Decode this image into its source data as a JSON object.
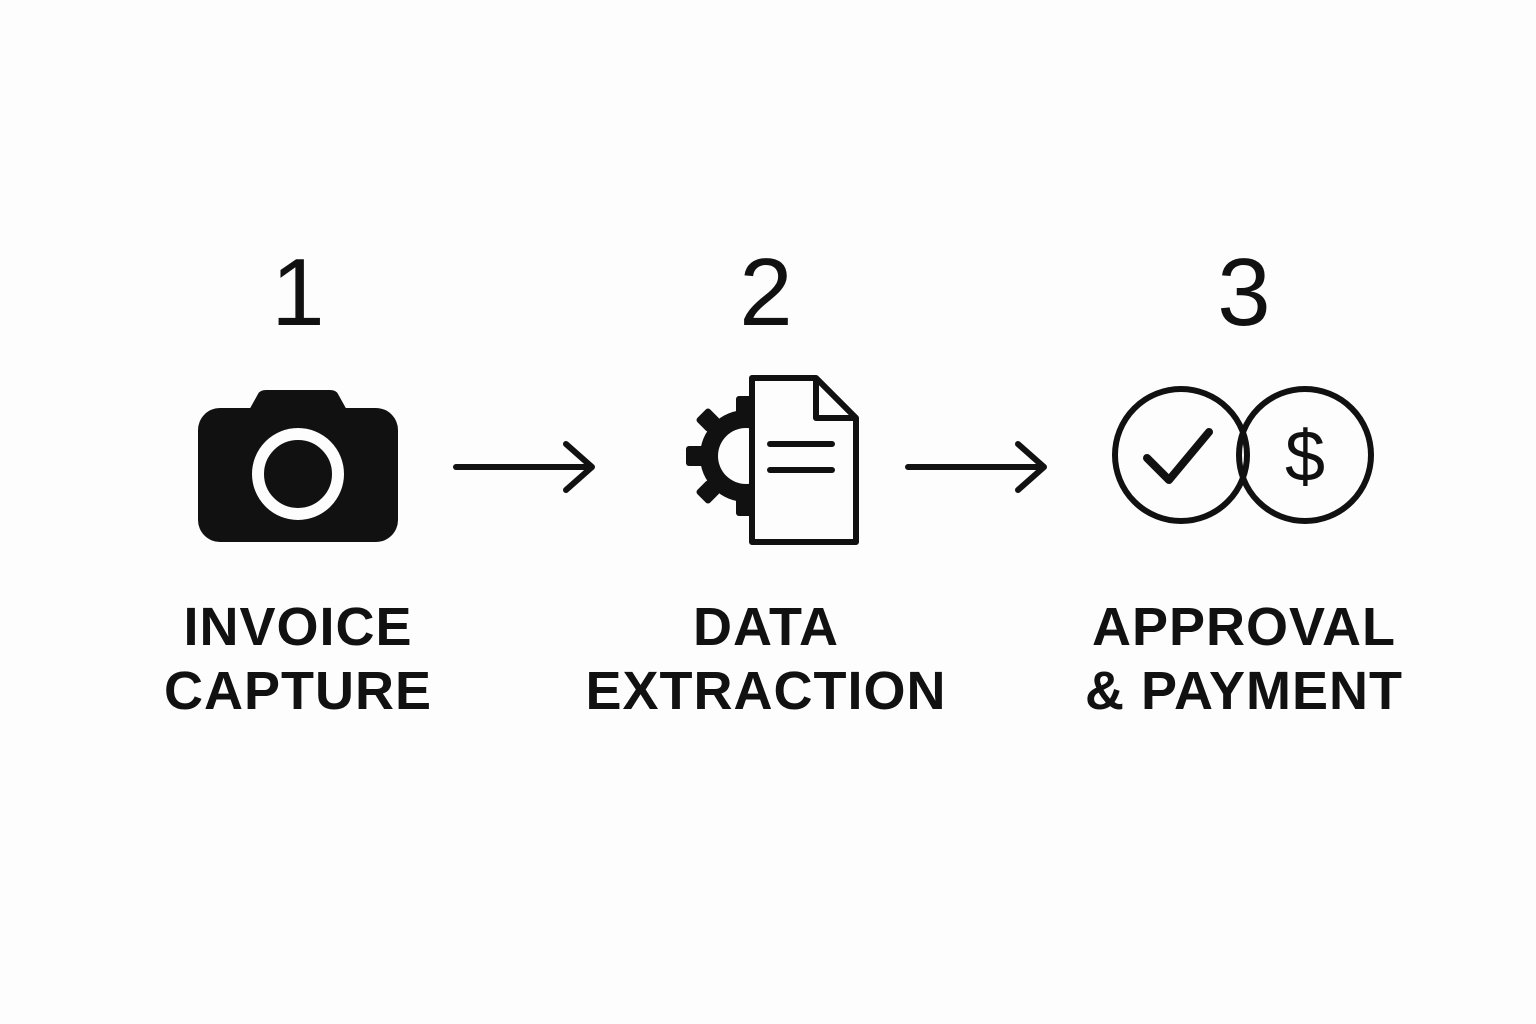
{
  "steps": [
    {
      "number": "1",
      "label_line1": "INVOICE",
      "label_line2": "CAPTURE",
      "icon": "camera-icon"
    },
    {
      "number": "2",
      "label_line1": "DATA",
      "label_line2": "EXTRACTION",
      "icon": "gear-document-icon"
    },
    {
      "number": "3",
      "label_line1": "APPROVAL",
      "label_line2": "& PAYMENT",
      "icon": "check-dollar-icon"
    }
  ],
  "connectors": [
    "arrow-right-icon",
    "arrow-right-icon"
  ],
  "colors": {
    "ink": "#111111",
    "background": "#fdfdfd"
  }
}
